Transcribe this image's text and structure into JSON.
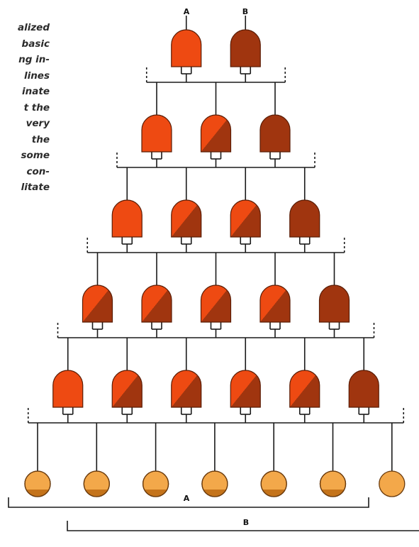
{
  "caption_lines": [
    "alized",
    "basic",
    "ng in-",
    "lines",
    "inate",
    "t  the",
    "very",
    "the",
    "some",
    "con-",
    "litate"
  ],
  "top_inputs": [
    "A",
    "B"
  ],
  "brackets": [
    "A",
    "B"
  ],
  "gate_rows": [
    2,
    3,
    4,
    5,
    6
  ],
  "input_count": 7,
  "colors": {
    "gate_bright": "#ee4a12",
    "gate_dark": "#a0350f",
    "gate_stroke": "#5a1d06",
    "input_fill": "#f3a84a",
    "input_shade": "#c4731a",
    "input_stroke": "#6a3a0c",
    "wire": "#1a1a1a"
  }
}
